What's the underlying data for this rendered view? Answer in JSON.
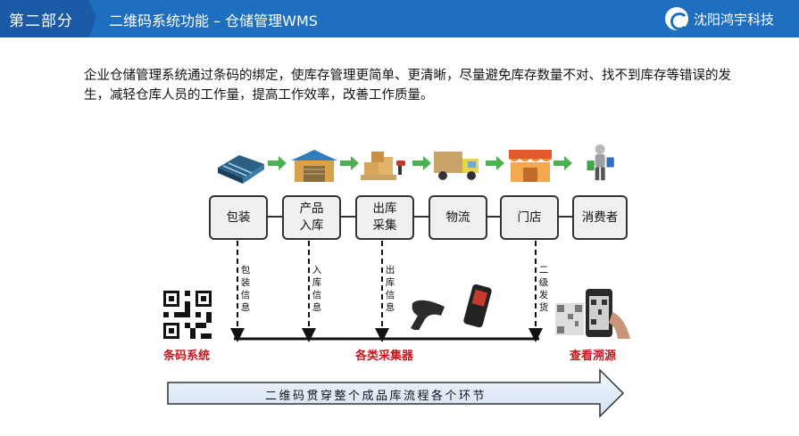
{
  "header": {
    "section": "第二部分",
    "title": "二维码系统功能 – 仓储管理WMS",
    "brand": "沈阳鸿宇科技"
  },
  "intro": "企业仓储管理系统通过条码的绑定，使库存管理更简单、更清晰，尽量避免库存数量不对、找不到库存等错误的发生，减轻仓库人员的工作量，提高工作效率，改善工作质量。",
  "stages": [
    {
      "label": "包装",
      "icon": "warehouse-icon"
    },
    {
      "label": "产品\n入库",
      "icon": "storage-building-icon"
    },
    {
      "label": "出库\n采集",
      "icon": "pallet-boxes-icon"
    },
    {
      "label": "物流",
      "icon": "delivery-truck-icon"
    },
    {
      "label": "门店",
      "icon": "store-icon"
    },
    {
      "label": "消费者",
      "icon": "shopper-icon"
    }
  ],
  "info_labels": [
    "包装信息",
    "入库信息",
    "出库信息",
    "二级发货"
  ],
  "bottom_labels": {
    "barcode_system": "条码系统",
    "collectors": "各类采集器",
    "trace": "查看溯源"
  },
  "flow_banner": "二维码贯穿整个成品库流程各个环节",
  "colors": {
    "header": "#1f6fc1",
    "accent_red": "#c8161d",
    "arrow_green": "#4caf50",
    "banner_fill": "#dce9f6"
  }
}
